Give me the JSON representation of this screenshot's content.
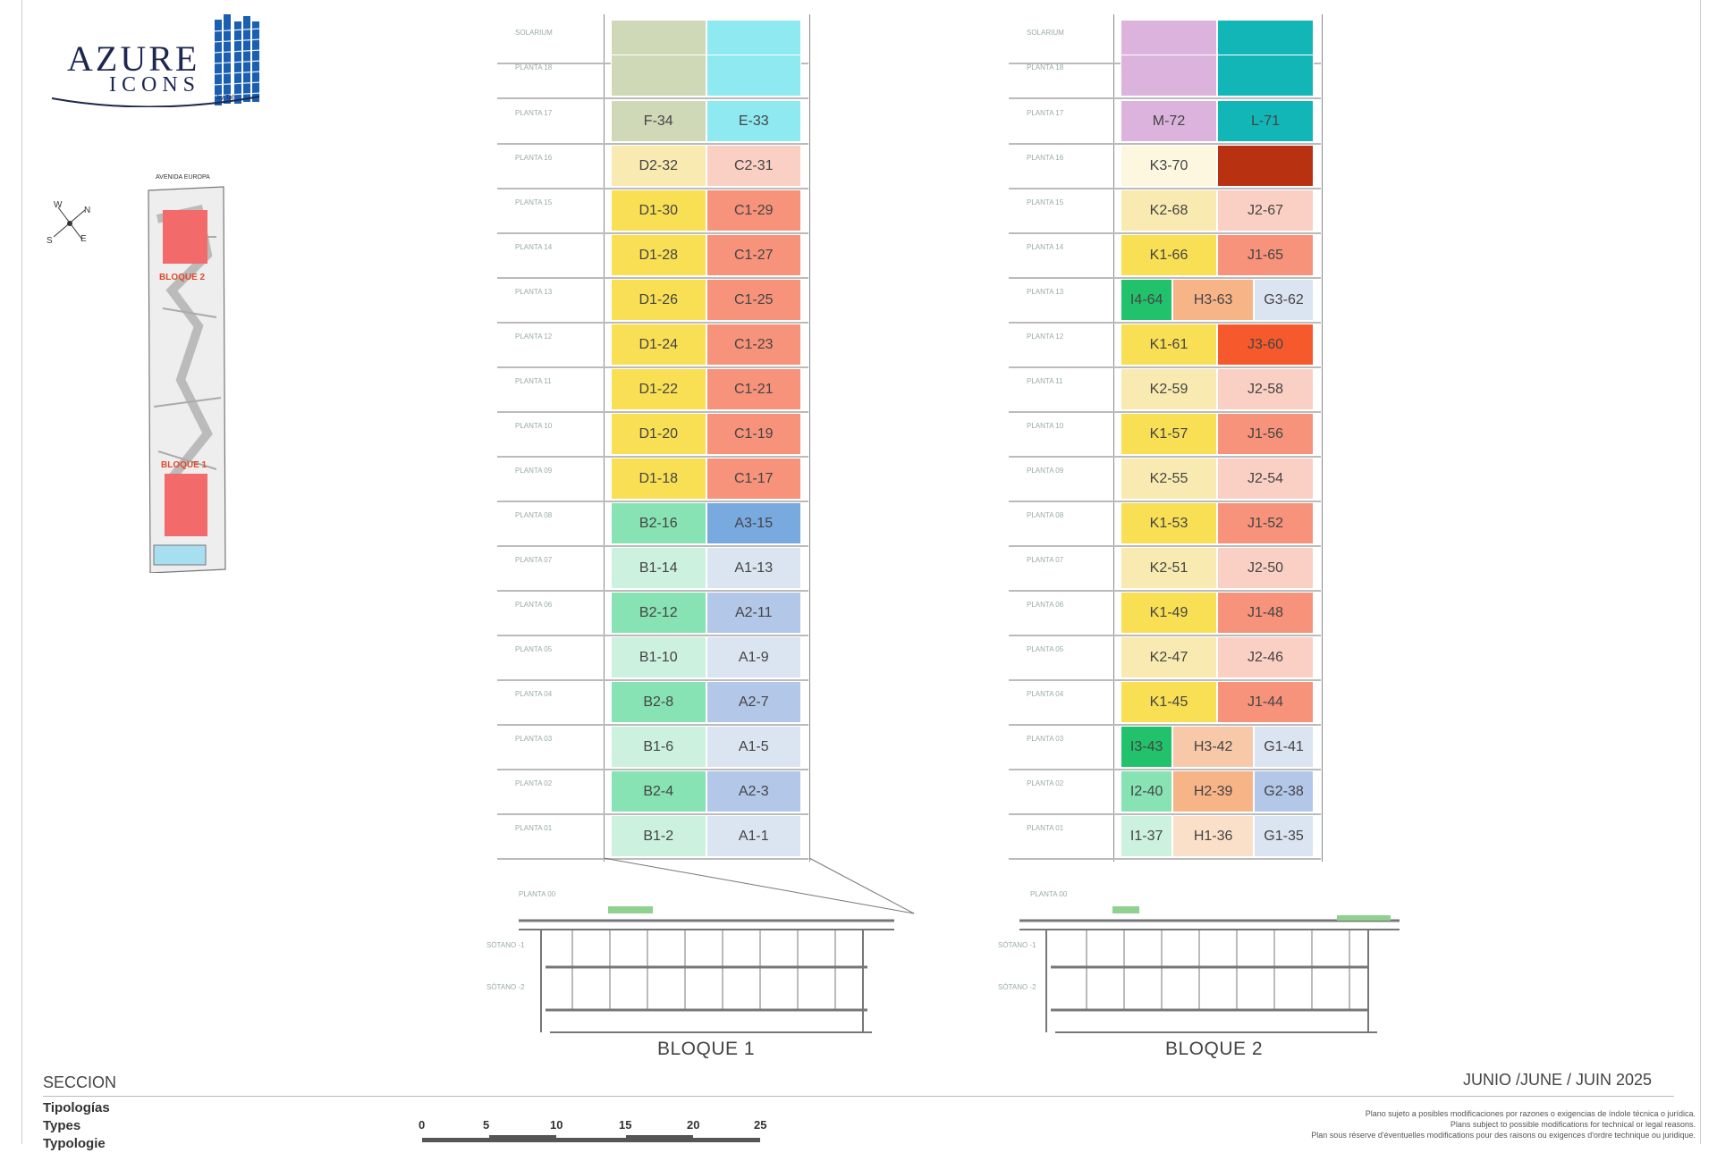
{
  "logo": {
    "line1": "AZURE",
    "line2": "ICONS",
    "sub": "by Taf"
  },
  "site_plan": {
    "label_top": "AVENIDA EUROPA",
    "block2": "BLOQUE 2",
    "block1": "BLOQUE 1",
    "compass": "N E S W"
  },
  "titles": {
    "block1": "BLOQUE 1",
    "block2": "BLOQUE 2",
    "section": "SECCION",
    "types": [
      "Tipologías",
      "Types",
      "Typologie"
    ],
    "date": "JUNIO /JUNE / JUIN   2025"
  },
  "disclaimer": [
    "Plano sujeto a posibles modificaciones por razones o exigencias de índole técnica o jurídica.",
    "Plans subject to possible modifications for technical or legal reasons.",
    "Plan sous réserve d'éventuelles modifications pour des raisons ou exigences d'ordre technique ou juridique."
  ],
  "scale": [
    "0",
    "5",
    "10",
    "15",
    "20",
    "25"
  ],
  "floor_labels": [
    "SOLARIUM",
    "PLANTA 18",
    "PLANTA 17",
    "PLANTA 16",
    "PLANTA 15",
    "PLANTA 14",
    "PLANTA 13",
    "PLANTA 12",
    "PLANTA 11",
    "PLANTA 10",
    "PLANTA 09",
    "PLANTA 08",
    "PLANTA 07",
    "PLANTA 06",
    "PLANTA 05",
    "PLANTA 04",
    "PLANTA 03",
    "PLANTA 02",
    "PLANTA 01"
  ],
  "ground_labels": {
    "p00": "PLANTA 00",
    "s1": "SÓTANO -1",
    "s2": "SÓTANO -2"
  },
  "block1_units": [
    [
      {
        "label": "",
        "color": "#cfd9b8"
      },
      {
        "label": "",
        "color": "#8eeaf0"
      }
    ],
    [
      {
        "label": "",
        "color": "#cfd9b8"
      },
      {
        "label": "",
        "color": "#8eeaf0"
      }
    ],
    [
      {
        "label": "F-34",
        "color": "#cfd9b8"
      },
      {
        "label": "E-33",
        "color": "#8eeaf0"
      }
    ],
    [
      {
        "label": "D2-32",
        "color": "#f8eab0"
      },
      {
        "label": "C2-31",
        "color": "#fbd0c4"
      }
    ],
    [
      {
        "label": "D1-30",
        "color": "#f9df53"
      },
      {
        "label": "C1-29",
        "color": "#f6937a"
      }
    ],
    [
      {
        "label": "D1-28",
        "color": "#f9df53"
      },
      {
        "label": "C1-27",
        "color": "#f6937a"
      }
    ],
    [
      {
        "label": "D1-26",
        "color": "#f9df53"
      },
      {
        "label": "C1-25",
        "color": "#f6937a"
      }
    ],
    [
      {
        "label": "D1-24",
        "color": "#f9df53"
      },
      {
        "label": "C1-23",
        "color": "#f6937a"
      }
    ],
    [
      {
        "label": "D1-22",
        "color": "#f9df53"
      },
      {
        "label": "C1-21",
        "color": "#f6937a"
      }
    ],
    [
      {
        "label": "D1-20",
        "color": "#f9df53"
      },
      {
        "label": "C1-19",
        "color": "#f6937a"
      }
    ],
    [
      {
        "label": "D1-18",
        "color": "#f9df53"
      },
      {
        "label": "C1-17",
        "color": "#f6937a"
      }
    ],
    [
      {
        "label": "B2-16",
        "color": "#87e3b3"
      },
      {
        "label": "A3-15",
        "color": "#78a9df"
      }
    ],
    [
      {
        "label": "B1-14",
        "color": "#cdf1df"
      },
      {
        "label": "A1-13",
        "color": "#dbe4f1"
      }
    ],
    [
      {
        "label": "B2-12",
        "color": "#87e3b3"
      },
      {
        "label": "A2-11",
        "color": "#b3c7e8"
      }
    ],
    [
      {
        "label": "B1-10",
        "color": "#cdf1df"
      },
      {
        "label": "A1-9",
        "color": "#dbe4f1"
      }
    ],
    [
      {
        "label": "B2-8",
        "color": "#87e3b3"
      },
      {
        "label": "A2-7",
        "color": "#b3c7e8"
      }
    ],
    [
      {
        "label": "B1-6",
        "color": "#cdf1df"
      },
      {
        "label": "A1-5",
        "color": "#dbe4f1"
      }
    ],
    [
      {
        "label": "B2-4",
        "color": "#87e3b3"
      },
      {
        "label": "A2-3",
        "color": "#b3c7e8"
      }
    ],
    [
      {
        "label": "B1-2",
        "color": "#cdf1df"
      },
      {
        "label": "A1-1",
        "color": "#dbe4f1"
      }
    ]
  ],
  "block2_units": [
    [
      {
        "label": "",
        "color": "#dcb3dc"
      },
      {
        "label": "",
        "color": "#12b6b6"
      }
    ],
    [
      {
        "label": "",
        "color": "#dcb3dc"
      },
      {
        "label": "",
        "color": "#12b6b6"
      }
    ],
    [
      {
        "label": "M-72",
        "color": "#dcb3dc"
      },
      {
        "label": "L-71",
        "color": "#12b6b6"
      }
    ],
    [
      {
        "label": "K3-70",
        "color": "#fdf7e0"
      },
      {
        "label": "",
        "color": "#b83212"
      }
    ],
    [
      {
        "label": "K2-68",
        "color": "#f8eab0"
      },
      {
        "label": "J2-67",
        "color": "#fbd0c4"
      }
    ],
    [
      {
        "label": "K1-66",
        "color": "#f9df53"
      },
      {
        "label": "J1-65",
        "color": "#f6937a"
      }
    ],
    [
      {
        "label": "I4-64",
        "color": "#22c16b"
      },
      {
        "label": "H3-63",
        "color": "#f7b487"
      },
      {
        "label": "G3-62",
        "color": "#dbe4f1"
      }
    ],
    [
      {
        "label": "K1-61",
        "color": "#f9df53"
      },
      {
        "label": "J3-60",
        "color": "#f65a2c"
      }
    ],
    [
      {
        "label": "K2-59",
        "color": "#f8eab0"
      },
      {
        "label": "J2-58",
        "color": "#fbd0c4"
      }
    ],
    [
      {
        "label": "K1-57",
        "color": "#f9df53"
      },
      {
        "label": "J1-56",
        "color": "#f6937a"
      }
    ],
    [
      {
        "label": "K2-55",
        "color": "#f8eab0"
      },
      {
        "label": "J2-54",
        "color": "#fbd0c4"
      }
    ],
    [
      {
        "label": "K1-53",
        "color": "#f9df53"
      },
      {
        "label": "J1-52",
        "color": "#f6937a"
      }
    ],
    [
      {
        "label": "K2-51",
        "color": "#f8eab0"
      },
      {
        "label": "J2-50",
        "color": "#fbd0c4"
      }
    ],
    [
      {
        "label": "K1-49",
        "color": "#f9df53"
      },
      {
        "label": "J1-48",
        "color": "#f6937a"
      }
    ],
    [
      {
        "label": "K2-47",
        "color": "#f8eab0"
      },
      {
        "label": "J2-46",
        "color": "#fbd0c4"
      }
    ],
    [
      {
        "label": "K1-45",
        "color": "#f9df53"
      },
      {
        "label": "J1-44",
        "color": "#f6937a"
      }
    ],
    [
      {
        "label": "I3-43",
        "color": "#22c16b"
      },
      {
        "label": "H3-42",
        "color": "#f7c9a8"
      },
      {
        "label": "G1-41",
        "color": "#dbe4f1"
      }
    ],
    [
      {
        "label": "I2-40",
        "color": "#87e3b3"
      },
      {
        "label": "H2-39",
        "color": "#f7b487"
      },
      {
        "label": "G2-38",
        "color": "#b3c7e8"
      }
    ],
    [
      {
        "label": "I1-37",
        "color": "#cdf1df"
      },
      {
        "label": "H1-36",
        "color": "#fbe0c9"
      },
      {
        "label": "G1-35",
        "color": "#dbe4f1"
      }
    ]
  ]
}
